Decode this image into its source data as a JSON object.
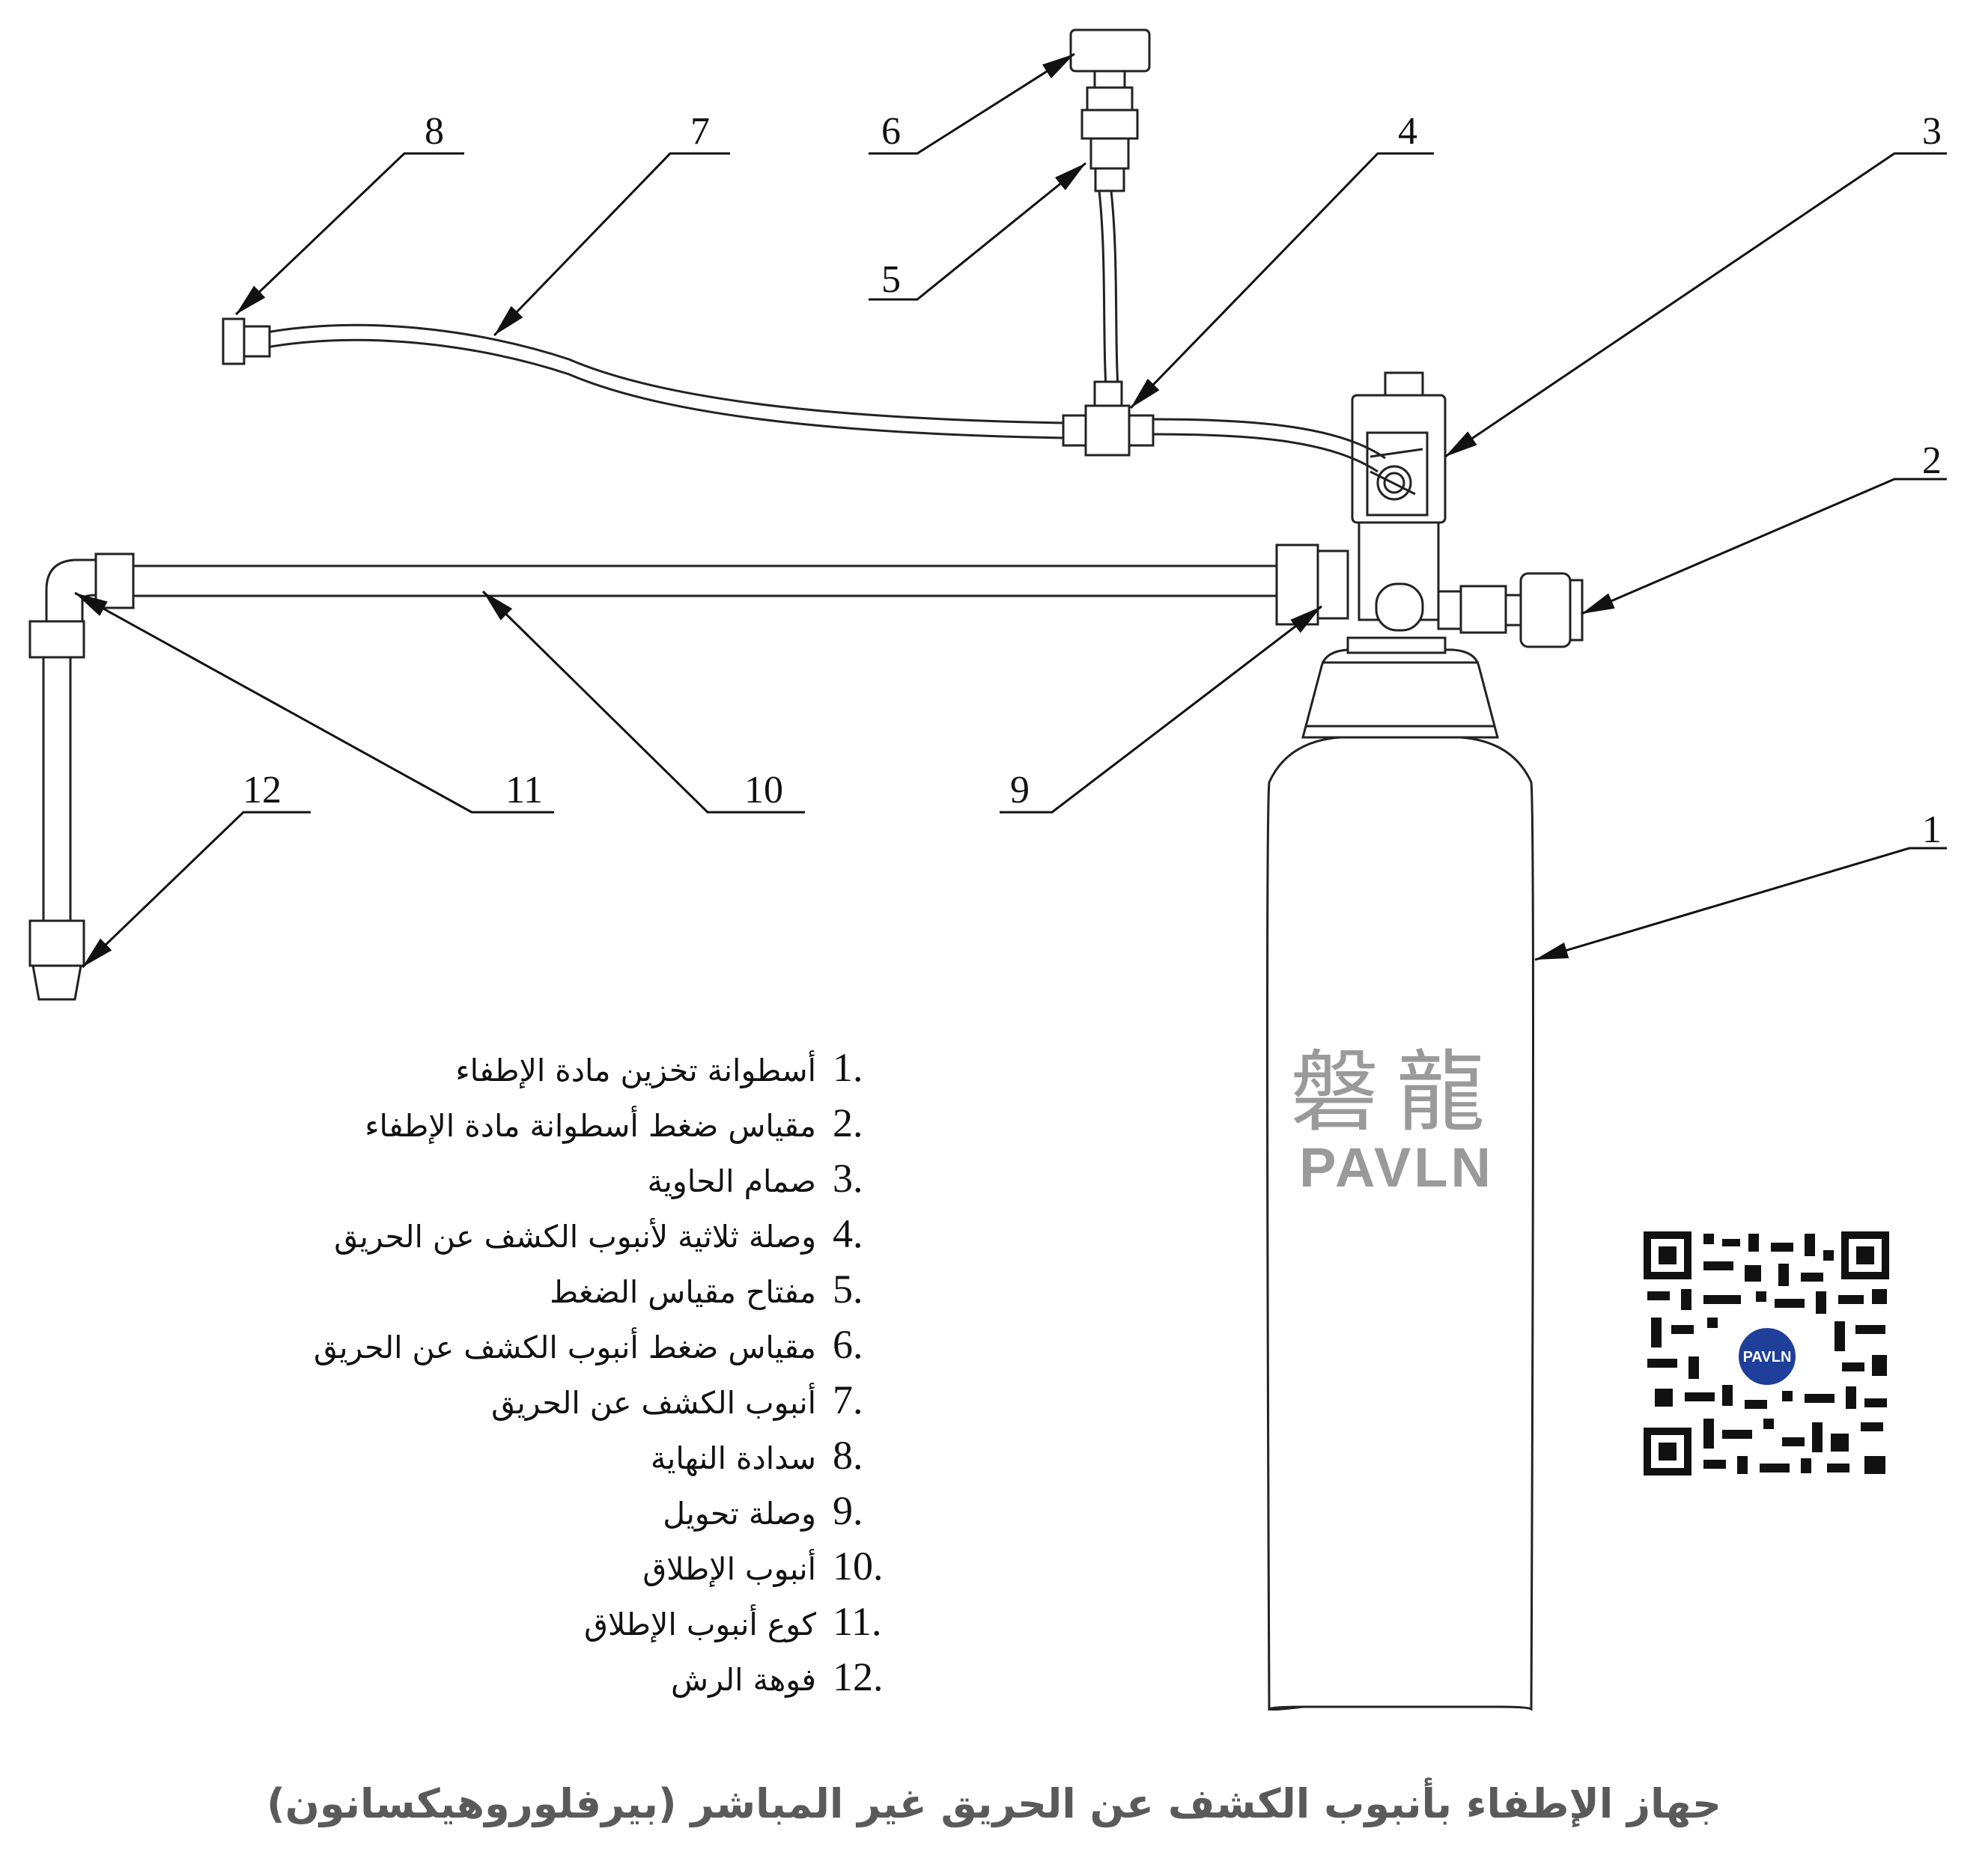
{
  "title": "جهاز الإطفاء بأنبوب الكشف عن الحريق غير المباشر (بيرفلوروهيكسانون)",
  "brand": {
    "cn": "磐龍",
    "en": "PAVLN",
    "qr_badge": "PAVLN"
  },
  "callouts": [
    "1",
    "2",
    "3",
    "4",
    "5",
    "6",
    "7",
    "8",
    "9",
    "10",
    "11",
    "12"
  ],
  "legend": [
    {
      "num": "1.",
      "text": "أسطوانة تخزين مادة الإطفاء"
    },
    {
      "num": "2.",
      "text": "مقياس ضغط أسطوانة مادة الإطفاء"
    },
    {
      "num": "3.",
      "text": "صمام الحاوية"
    },
    {
      "num": "4.",
      "text": "وصلة ثلاثية لأنبوب الكشف عن الحريق"
    },
    {
      "num": "5.",
      "text": "مفتاح مقياس الضغط"
    },
    {
      "num": "6.",
      "text": "مقياس ضغط أنبوب الكشف عن الحريق"
    },
    {
      "num": "7.",
      "text": "أنبوب الكشف عن الحريق"
    },
    {
      "num": "8.",
      "text": "سدادة النهاية"
    },
    {
      "num": "9.",
      "text": "وصلة تحويل"
    },
    {
      "num": "10.",
      "text": "أنبوب الإطلاق"
    },
    {
      "num": "11.",
      "text": "كوع أنبوب الإطلاق"
    },
    {
      "num": "12.",
      "text": "فوهة الرش"
    }
  ]
}
